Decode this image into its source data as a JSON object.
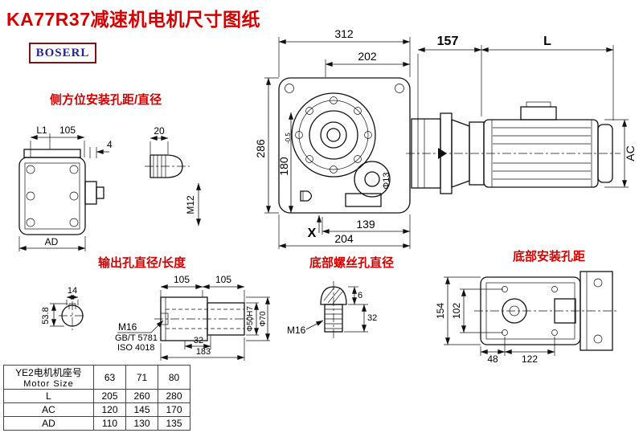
{
  "page": {
    "title": "KA77R37减速机电机尺寸图纸",
    "logo": "BOSERL"
  },
  "labels": {
    "side_mount": "侧方位安装孔距/直径",
    "output_hole": "输出孔直径/长度",
    "bottom_screw": "底部螺丝孔直径",
    "bottom_mount": "底部安装孔距"
  },
  "dims": {
    "d312": "312",
    "d202": "202",
    "d157": "157",
    "dL": "L",
    "dAC": "AC",
    "d286": "286",
    "d180": "180",
    "d180_tol": "-0.5",
    "d139": "139",
    "d204": "204",
    "dX": "X",
    "phi13": "Φ13",
    "left_L1": "L1",
    "left_105": "105",
    "left_4": "4",
    "left_AD": "AD",
    "stud_20": "20",
    "stud_M12": "M12",
    "out_105a": "105",
    "out_105b": "105",
    "out_14": "14",
    "out_53_8": "53.8",
    "out_M16": "M16",
    "out_gb": "GB/T 5781",
    "out_iso": "ISO 4018",
    "out_32": "32",
    "out_183": "183",
    "out_phi50": "Φ50H7",
    "out_phi70": "Φ70",
    "bs_6": "6",
    "bs_32": "32",
    "bs_M16": "M16",
    "bm_154": "154",
    "bm_102": "102",
    "bm_48": "48",
    "bm_122": "122"
  },
  "table": {
    "header_cn": "YE2电机机座号",
    "header_en": "Motor Size",
    "sizes": [
      "63",
      "71",
      "80"
    ],
    "rows": [
      {
        "label": "L",
        "values": [
          "205",
          "260",
          "280"
        ]
      },
      {
        "label": "AC",
        "values": [
          "120",
          "145",
          "170"
        ]
      },
      {
        "label": "AD",
        "values": [
          "110",
          "130",
          "135"
        ]
      }
    ]
  }
}
